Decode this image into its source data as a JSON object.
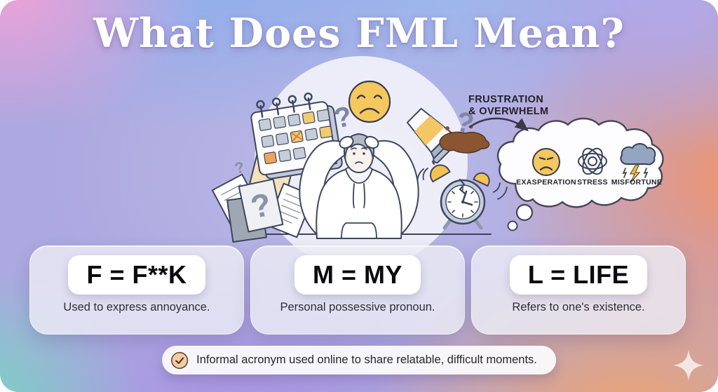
{
  "title": "What Does FML Mean?",
  "illustration": {
    "question_glyph": "?",
    "callout": {
      "line1": "FRUSTRATION",
      "line2": "& OVERWHELM"
    },
    "thought_cloud": {
      "items": [
        {
          "label": "EXASPERATION",
          "icon": "annoyed-face-icon"
        },
        {
          "label": "STRESS",
          "icon": "scribble-tangle-icon"
        },
        {
          "label": "MISFORTUNE",
          "icon": "storm-cloud-icon"
        }
      ]
    }
  },
  "cards": [
    {
      "term": "F = F**K",
      "definition": "Used to express annoyance."
    },
    {
      "term": "M = MY",
      "definition": "Personal possessive pronoun."
    },
    {
      "term": "L = LIFE",
      "definition": "Refers to one's existence."
    }
  ],
  "footer": {
    "icon": "check-circle-icon",
    "note": "Informal acronym used online to share relatable, difficult moments."
  },
  "colors": {
    "title_text": "#ffffff",
    "gradient_pink": "#eba2d8",
    "gradient_blue": "#8eb1ee",
    "gradient_purple": "#b2a8ec",
    "gradient_orange": "#f6926a",
    "gradient_teal": "#70d8be",
    "card_bg": "#ececf5",
    "term_pill_bg": "#ffffff",
    "term_text": "#0b0b0e",
    "definition_text": "#2d2d35",
    "footer_bg": "#fbfbfd",
    "emoji_yellow": "#f5c85e",
    "bell_yellow": "#f4c252",
    "spill_brown": "#8a5530",
    "outline_ink": "#3d4660",
    "callout_text": "#241e2a",
    "check_peach": "#f6cba4"
  }
}
